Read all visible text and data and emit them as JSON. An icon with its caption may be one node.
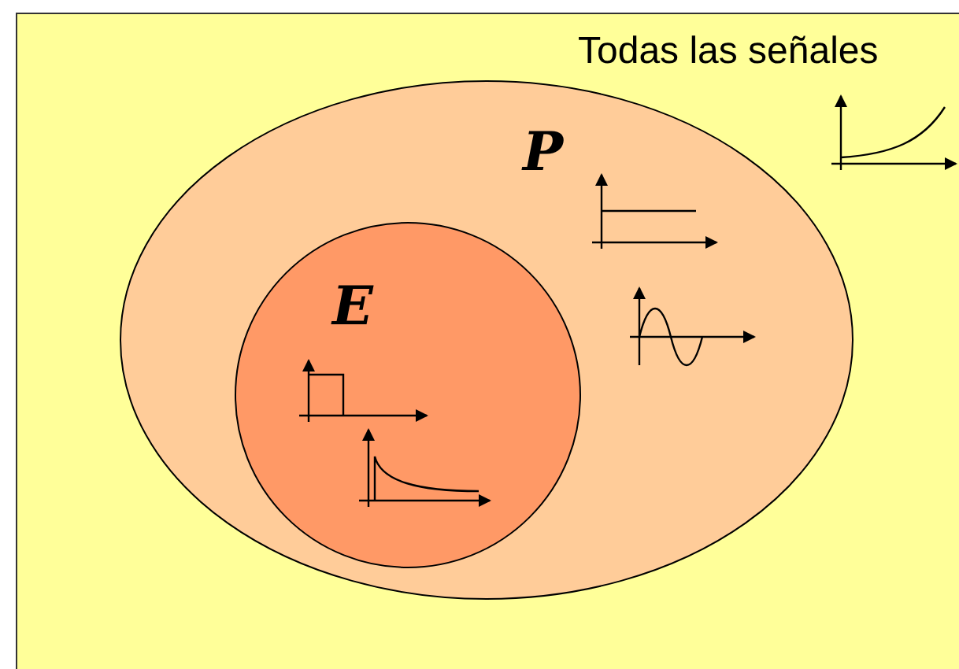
{
  "diagram": {
    "nodes": [
      {
        "text": [
          "Todas las señales"
        ]
      },
      {
        "text": [
          "P"
        ],
        "in": 0
      },
      {
        "text": [
          "E"
        ],
        "in": 1
      }
    ]
  }
}
